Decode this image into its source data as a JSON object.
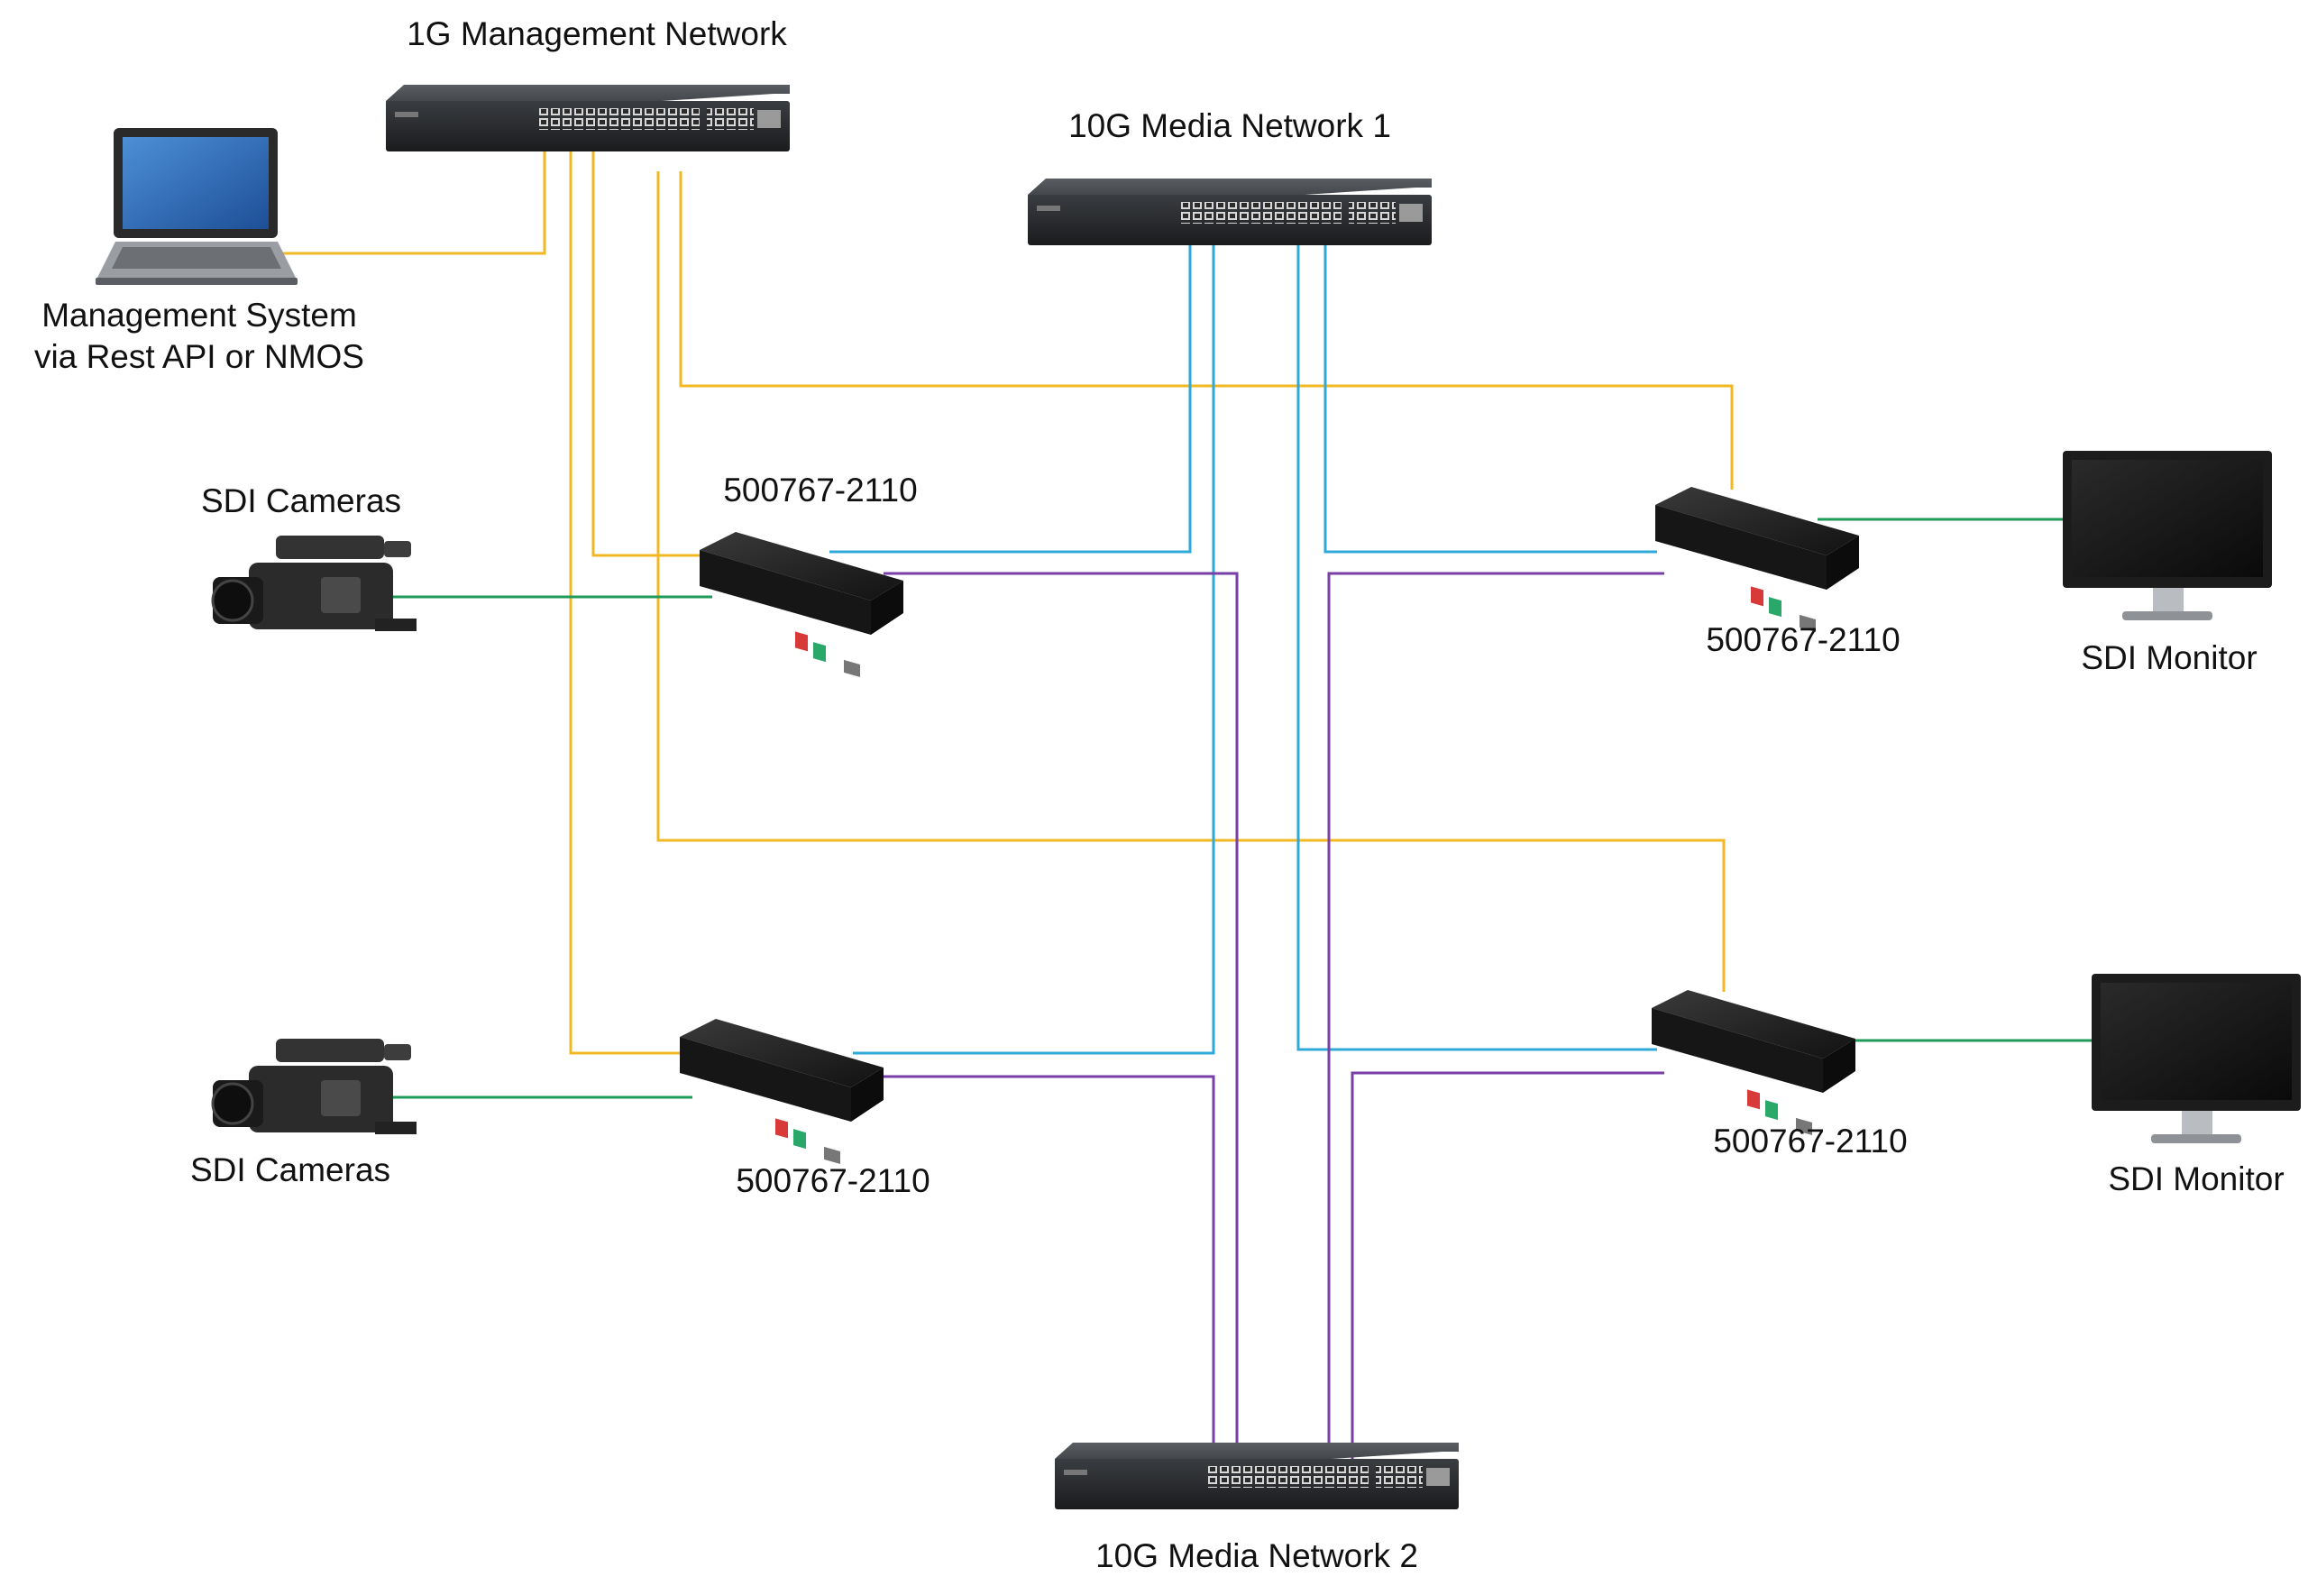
{
  "colors": {
    "management": "#f2b824",
    "media1": "#2fa9d8",
    "media2": "#7a3fa6",
    "sdi": "#1f9a5a",
    "device": "#1c1c1c"
  },
  "labels": {
    "mgmt_switch": "1G Management Network",
    "media1_switch": "10G Media Network 1",
    "media2_switch": "10G Media Network 2",
    "management_system_line1": "Management System",
    "management_system_line2": "via Rest API or NMOS",
    "camera_top": "SDI Cameras",
    "camera_bottom": "SDI Cameras",
    "monitor_top": "SDI Monitor",
    "monitor_bottom": "SDI Monitor",
    "enc_top": "500767-2110",
    "enc_bottom": "500767-2110",
    "dec_top": "500767-2110",
    "dec_bottom": "500767-2110"
  },
  "icons": {
    "switch": "network-switch-icon",
    "laptop": "laptop-icon",
    "camera": "video-camera-icon",
    "monitor": "monitor-icon",
    "gateway": "ip-gateway-icon"
  }
}
